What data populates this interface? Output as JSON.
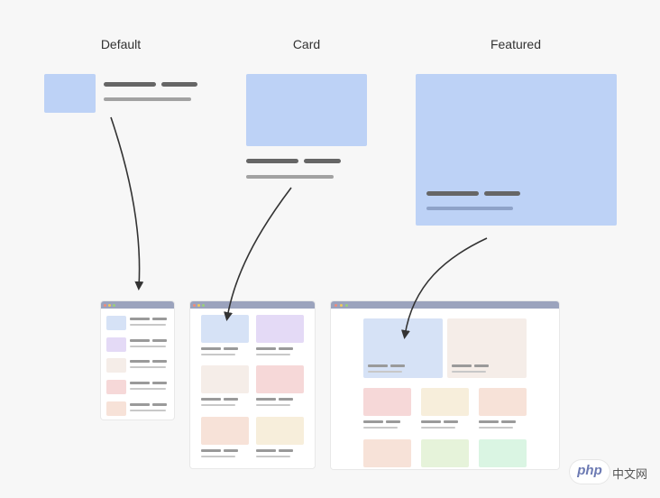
{
  "layouts": {
    "default": {
      "title": "Default"
    },
    "card": {
      "title": "Card"
    },
    "featured": {
      "title": "Featured"
    }
  },
  "colors": {
    "block_blue": "#bdd2f6",
    "bar_dark": "#666666",
    "bar_light": "#a2a2a2",
    "window_bar": "#9ba3bd",
    "tile_blue": "#d6e2f6",
    "tile_purple": "#e4daf6",
    "tile_beige": "#f5ede8",
    "tile_pink": "#f6d8d8",
    "tile_peach": "#f7e2d8",
    "tile_yellow": "#f7eedb",
    "tile_green": "#e6f3da",
    "tile_mint": "#daf5e3",
    "arrow": "#333333"
  },
  "watermark": {
    "brand": "php",
    "site": "中文网"
  }
}
